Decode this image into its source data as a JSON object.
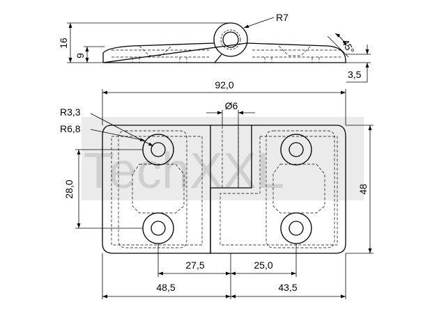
{
  "watermark": "TechXXL",
  "dimensions": {
    "r7": "R7",
    "h16": "16",
    "h9": "9",
    "angle": "45°",
    "t35": "3,5",
    "w92": "92,0",
    "d6": "Ø6",
    "r33": "R3,3",
    "r68": "R6,8",
    "v28": "28,0",
    "h48": "48",
    "c275": "27,5",
    "c250": "25,0",
    "w485": "48,5",
    "w435": "43,5"
  }
}
